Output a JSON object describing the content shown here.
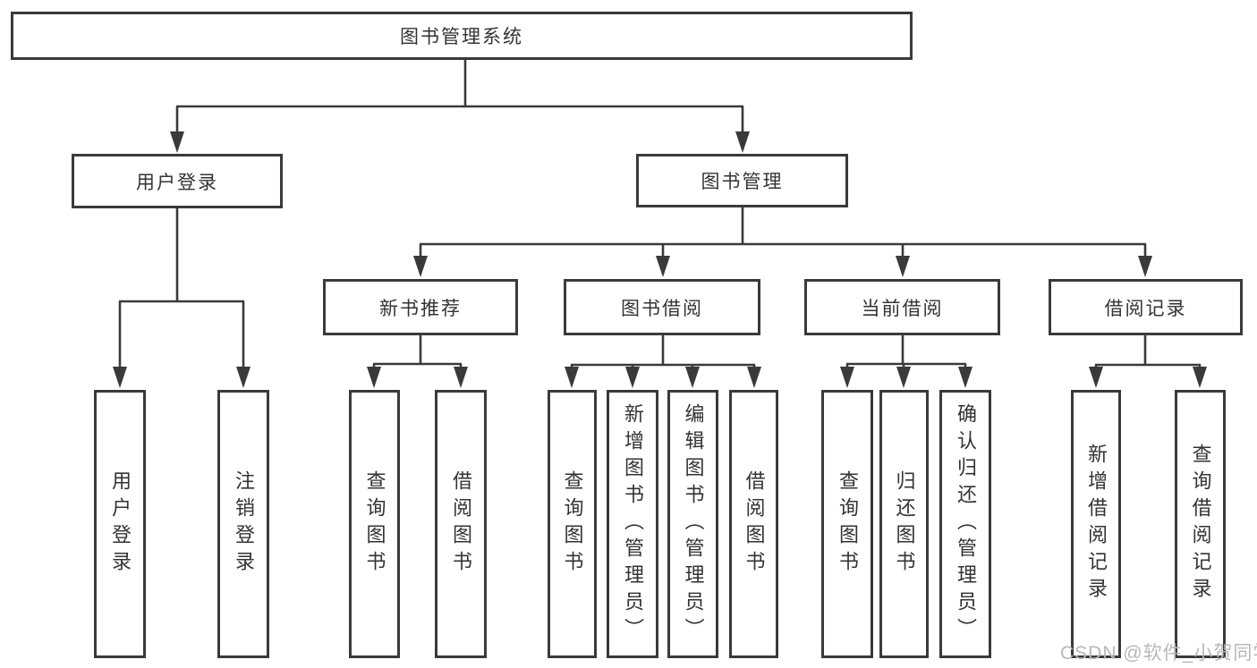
{
  "tree": {
    "label": "图书管理系统",
    "children": [
      {
        "label": "用户登录",
        "children": [
          {
            "label": "用户登录"
          },
          {
            "label": "注销登录"
          }
        ]
      },
      {
        "label": "图书管理",
        "children": [
          {
            "label": "新书推荐",
            "children": [
              {
                "label": "查询图书"
              },
              {
                "label": "借阅图书"
              }
            ]
          },
          {
            "label": "图书借阅",
            "children": [
              {
                "label": "查询图书"
              },
              {
                "label": "新增图书（管理员）"
              },
              {
                "label": "编辑图书（管理员）"
              },
              {
                "label": "借阅图书"
              }
            ]
          },
          {
            "label": "当前借阅",
            "children": [
              {
                "label": "查询图书"
              },
              {
                "label": "归还图书"
              },
              {
                "label": "确认归还（管理员）"
              }
            ]
          },
          {
            "label": "借阅记录",
            "children": [
              {
                "label": "新增借阅记录"
              },
              {
                "label": "查询借阅记录"
              }
            ]
          }
        ]
      }
    ]
  },
  "watermark": {
    "text": "CSDN @软件_小贺同学"
  },
  "colors": {
    "line": "#3a3a3a",
    "text": "#333333",
    "background": "#ffffff",
    "watermark": "#b8b8b8"
  }
}
